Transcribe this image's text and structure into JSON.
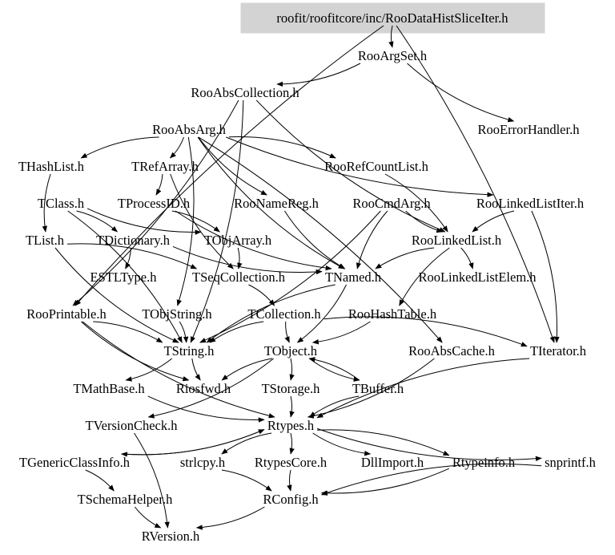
{
  "graph": {
    "root": "roofit/roofitcore/inc/RooDataHistSliceIter.h",
    "nodes": [
      {
        "id": "root",
        "label": "roofit/roofitcore/inc/RooDataHistSliceIter.h"
      },
      {
        "id": "RooArgSet",
        "label": "RooArgSet.h"
      },
      {
        "id": "RooAbsCollection",
        "label": "RooAbsCollection.h"
      },
      {
        "id": "RooErrorHandler",
        "label": "RooErrorHandler.h"
      },
      {
        "id": "RooAbsArg",
        "label": "RooAbsArg.h"
      },
      {
        "id": "THashList",
        "label": "THashList.h"
      },
      {
        "id": "TRefArray",
        "label": "TRefArray.h"
      },
      {
        "id": "RooRefCountList",
        "label": "RooRefCountList.h"
      },
      {
        "id": "TClass",
        "label": "TClass.h"
      },
      {
        "id": "TProcessID",
        "label": "TProcessID.h"
      },
      {
        "id": "RooNameReg",
        "label": "RooNameReg.h"
      },
      {
        "id": "RooCmdArg",
        "label": "RooCmdArg.h"
      },
      {
        "id": "RooLinkedListIter",
        "label": "RooLinkedListIter.h"
      },
      {
        "id": "TList",
        "label": "TList.h"
      },
      {
        "id": "TDictionary",
        "label": "TDictionary.h"
      },
      {
        "id": "TObjArray",
        "label": "TObjArray.h"
      },
      {
        "id": "RooLinkedList",
        "label": "RooLinkedList.h"
      },
      {
        "id": "ESTLType",
        "label": "ESTLType.h"
      },
      {
        "id": "TSeqCollection",
        "label": "TSeqCollection.h"
      },
      {
        "id": "TNamed",
        "label": "TNamed.h"
      },
      {
        "id": "RooLinkedListElem",
        "label": "RooLinkedListElem.h"
      },
      {
        "id": "RooPrintable",
        "label": "RooPrintable.h"
      },
      {
        "id": "TObjString",
        "label": "TObjString.h"
      },
      {
        "id": "TCollection",
        "label": "TCollection.h"
      },
      {
        "id": "RooHashTable",
        "label": "RooHashTable.h"
      },
      {
        "id": "TString",
        "label": "TString.h"
      },
      {
        "id": "TObject",
        "label": "TObject.h"
      },
      {
        "id": "RooAbsCache",
        "label": "RooAbsCache.h"
      },
      {
        "id": "TIterator",
        "label": "TIterator.h"
      },
      {
        "id": "TMathBase",
        "label": "TMathBase.h"
      },
      {
        "id": "Riosfwd",
        "label": "Riosfwd.h"
      },
      {
        "id": "TStorage",
        "label": "TStorage.h"
      },
      {
        "id": "TBuffer",
        "label": "TBuffer.h"
      },
      {
        "id": "TVersionCheck",
        "label": "TVersionCheck.h"
      },
      {
        "id": "Rtypes",
        "label": "Rtypes.h"
      },
      {
        "id": "TGenericClassInfo",
        "label": "TGenericClassInfo.h"
      },
      {
        "id": "strlcpy",
        "label": "strlcpy.h"
      },
      {
        "id": "RtypesCore",
        "label": "RtypesCore.h"
      },
      {
        "id": "DllImport",
        "label": "DllImport.h"
      },
      {
        "id": "Rtypeinfo",
        "label": "Rtypeinfo.h"
      },
      {
        "id": "snprintf",
        "label": "snprintf.h"
      },
      {
        "id": "TSchemaHelper",
        "label": "TSchemaHelper.h"
      },
      {
        "id": "RConfig",
        "label": "RConfig.h"
      },
      {
        "id": "RVersion",
        "label": "RVersion.h"
      }
    ],
    "edges": [
      [
        "root",
        "RooArgSet"
      ],
      [
        "root",
        "TIterator"
      ],
      [
        "root",
        "RooPrintable"
      ],
      [
        "RooArgSet",
        "RooAbsCollection"
      ],
      [
        "RooArgSet",
        "RooErrorHandler"
      ],
      [
        "RooAbsCollection",
        "RooPrintable"
      ],
      [
        "RooAbsCollection",
        "RooLinkedList"
      ],
      [
        "RooAbsCollection",
        "TString"
      ],
      [
        "RooAbsArg",
        "THashList"
      ],
      [
        "RooAbsArg",
        "TRefArray"
      ],
      [
        "RooAbsArg",
        "RooNameReg"
      ],
      [
        "RooAbsArg",
        "RooRefCountList"
      ],
      [
        "RooAbsArg",
        "RooLinkedListIter"
      ],
      [
        "RooAbsArg",
        "RooAbsCache"
      ],
      [
        "RooAbsArg",
        "TNamed"
      ],
      [
        "RooAbsArg",
        "TObjString"
      ],
      [
        "THashList",
        "TList"
      ],
      [
        "TRefArray",
        "TProcessID"
      ],
      [
        "TRefArray",
        "TSeqCollection"
      ],
      [
        "TClass",
        "TDictionary"
      ],
      [
        "TClass",
        "TObjArray"
      ],
      [
        "TClass",
        "TString"
      ],
      [
        "TProcessID",
        "TNamed"
      ],
      [
        "TProcessID",
        "TObjArray"
      ],
      [
        "RooNameReg",
        "TNamed"
      ],
      [
        "RooRefCountList",
        "RooLinkedList"
      ],
      [
        "RooCmdArg",
        "RooLinkedList"
      ],
      [
        "RooCmdArg",
        "TString"
      ],
      [
        "RooCmdArg",
        "TNamed"
      ],
      [
        "RooLinkedListIter",
        "TIterator"
      ],
      [
        "RooLinkedListIter",
        "RooLinkedList"
      ],
      [
        "TList",
        "TSeqCollection"
      ],
      [
        "TList",
        "TString"
      ],
      [
        "TDictionary",
        "ESTLType"
      ],
      [
        "TDictionary",
        "TNamed"
      ],
      [
        "TObjArray",
        "TSeqCollection"
      ],
      [
        "RooLinkedList",
        "TNamed"
      ],
      [
        "RooLinkedList",
        "RooLinkedListElem"
      ],
      [
        "RooLinkedList",
        "RooHashTable"
      ],
      [
        "TSeqCollection",
        "TCollection"
      ],
      [
        "TNamed",
        "TString"
      ],
      [
        "TNamed",
        "TObject"
      ],
      [
        "RooPrintable",
        "Riosfwd"
      ],
      [
        "RooPrintable",
        "TString"
      ],
      [
        "RooPrintable",
        "Rtypes"
      ],
      [
        "TObjString",
        "TString"
      ],
      [
        "TCollection",
        "TObject"
      ],
      [
        "TCollection",
        "TIterator"
      ],
      [
        "TCollection",
        "TString"
      ],
      [
        "RooHashTable",
        "TObject"
      ],
      [
        "TString",
        "Riosfwd"
      ],
      [
        "TString",
        "TMathBase"
      ],
      [
        "TObject",
        "Riosfwd"
      ],
      [
        "TObject",
        "TStorage"
      ],
      [
        "TObject",
        "TBuffer"
      ],
      [
        "TObject",
        "TVersionCheck"
      ],
      [
        "TBuffer",
        "TObject"
      ],
      [
        "RooAbsCache",
        "Rtypes"
      ],
      [
        "TMathBase",
        "Rtypes"
      ],
      [
        "TStorage",
        "Rtypes"
      ],
      [
        "TBuffer",
        "Rtypes"
      ],
      [
        "TVersionCheck",
        "RVersion"
      ],
      [
        "TIterator",
        "Rtypes"
      ],
      [
        "Rtypes",
        "TGenericClassInfo"
      ],
      [
        "Rtypes",
        "strlcpy"
      ],
      [
        "Rtypes",
        "RtypesCore"
      ],
      [
        "Rtypes",
        "DllImport"
      ],
      [
        "Rtypes",
        "Rtypeinfo"
      ],
      [
        "Rtypes",
        "snprintf"
      ],
      [
        "TGenericClassInfo",
        "TSchemaHelper"
      ],
      [
        "TGenericClassInfo",
        "Rtypes"
      ],
      [
        "strlcpy",
        "RConfig"
      ],
      [
        "RtypesCore",
        "RConfig"
      ],
      [
        "Rtypeinfo",
        "RConfig"
      ],
      [
        "snprintf",
        "RConfig"
      ],
      [
        "RConfig",
        "RVersion"
      ],
      [
        "TSchemaHelper",
        "RVersion"
      ]
    ]
  }
}
